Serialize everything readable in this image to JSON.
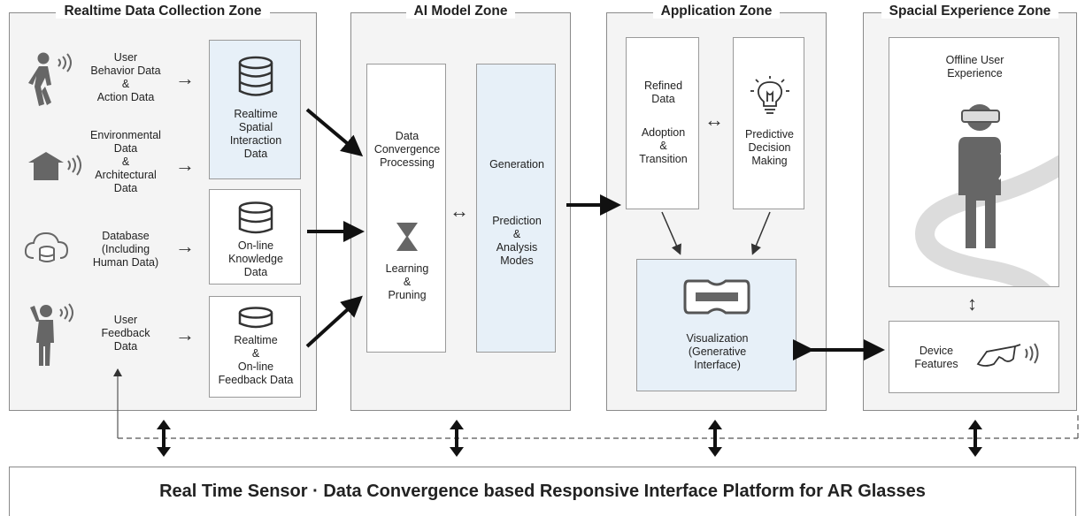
{
  "zones": {
    "collection": "Realtime Data Collection Zone",
    "ai": "AI Model Zone",
    "application": "Application Zone",
    "spacial": "Spacial Experience Zone"
  },
  "collection": {
    "sources": [
      "User\nBehavior Data\n&\nAction Data",
      "Environmental\nData\n&\nArchitectural\nData",
      "Database\n(Including\nHuman Data)",
      "User\nFeedback\nData"
    ],
    "stores": [
      "Realtime\nSpatial\nInteraction\nData",
      "On-line\nKnowledge\nData",
      "Realtime\n&\nOn-line\nFeedback Data"
    ],
    "arrow": "→"
  },
  "ai": {
    "processing": "Data\nConvergence\nProcessing",
    "learning": "Learning\n&\nPruning",
    "generation": "Generation",
    "prediction": "Prediction\n&\nAnalysis\nModes",
    "link": "↔"
  },
  "application": {
    "refined": "Refined\nData",
    "adoption": "Adoption\n&\nTransition",
    "predictive": "Predictive\nDecision\nMaking",
    "visualization": "Visualization\n(Generative\nInterface)",
    "link": "↔"
  },
  "spacial": {
    "offline": "Offline User\nExperience",
    "device": "Device\nFeatures",
    "link": "↕"
  },
  "footer": "Real Time Sensor · Data Convergence based Responsive Interface Platform for AR Glasses",
  "colors": {
    "highlight": "#e7f0f8",
    "icon": "#666666",
    "border": "#8a8a8a"
  }
}
